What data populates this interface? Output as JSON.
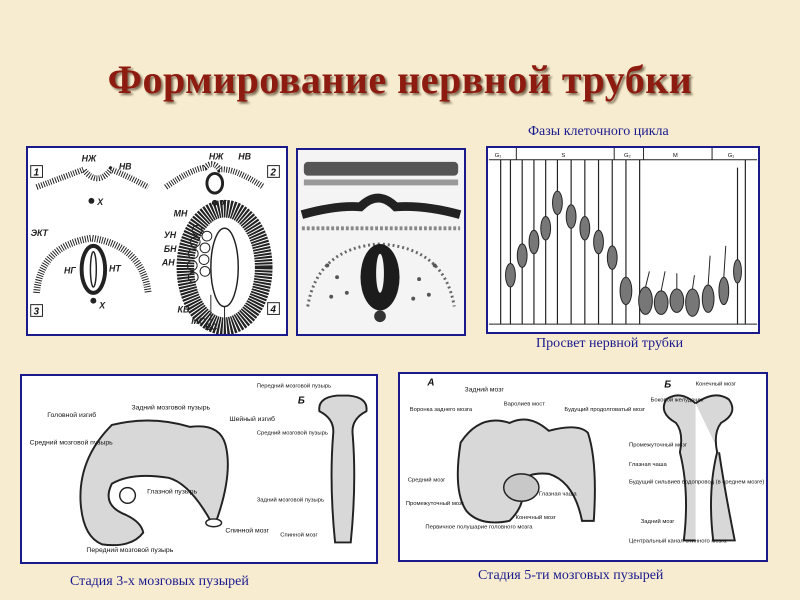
{
  "title": "Формирование нервной трубки",
  "captions": {
    "cell_cycle": "Фазы клеточного цикла",
    "lumen": "Просвет нервной трубки",
    "stage3": "Стадия 3-х мозговых пузырей",
    "stage5": "Стадия 5-ти мозговых пузырей"
  },
  "panel1": {
    "numbers": [
      "1",
      "2",
      "3",
      "4"
    ],
    "labels": {
      "nzh1": "НЖ",
      "nv1": "НВ",
      "x1": "Х",
      "nzh2": "НЖ",
      "nv2": "НВ",
      "x2": "Х",
      "ekt": "ЭКТ",
      "ng": "НГ",
      "nt": "НТ",
      "x3": "Х",
      "mn": "МН",
      "un": "УН",
      "bn": "БН",
      "an": "АН",
      "kv": "КВ",
      "ms": "МС",
      "vs": "ВС"
    }
  },
  "panel3": {
    "phases": [
      "G₁",
      "S",
      "G₂",
      "M",
      "G₁"
    ]
  },
  "panel4": {
    "letter": "Б",
    "labels": {
      "head_fold": "Головной изгиб",
      "hind_vesicle": "Задний мозговой пузырь",
      "neck_fold": "Шейный изгиб",
      "mid_vesicle": "Средний мозговой пузырь",
      "optic_vesicle": "Глазной пузырь",
      "front_vesicle": "Передний мозговой пузырь",
      "spinal": "Спинной мозг",
      "b_front": "Передний мозговой пузырь",
      "b_mid": "Средний мозговой пузырь",
      "b_hind": "Задний мозговой пузырь",
      "b_spinal": "Спинной мозг"
    }
  },
  "panel5": {
    "letter_a": "А",
    "letter_b": "Б",
    "labels": {
      "hind_brain": "Задний мозг",
      "funnel": "Воронка заднего мозга",
      "pons": "Варолиев мост",
      "medulla": "Будущий продолговатый мозг",
      "midbrain": "Средний мозг",
      "optic_cup": "Глазная чаша",
      "diencephalon": "Промежуточный мозг",
      "hemisphere": "Первичное полушарие головного мозга",
      "telencephalon": "Конечный мозг",
      "b_telencephalon": "Конечный мозг",
      "b_ventricle": "Боковой желудочек",
      "b_diencephalon": "Промежуточный мозг",
      "b_optic_cup": "Глазная чаша",
      "b_aqueduct": "Будущий сильвиев водопровод (в среднем мозге)",
      "b_hind": "Задний мозг",
      "b_canal": "Центральный канал спинного мозга"
    }
  }
}
